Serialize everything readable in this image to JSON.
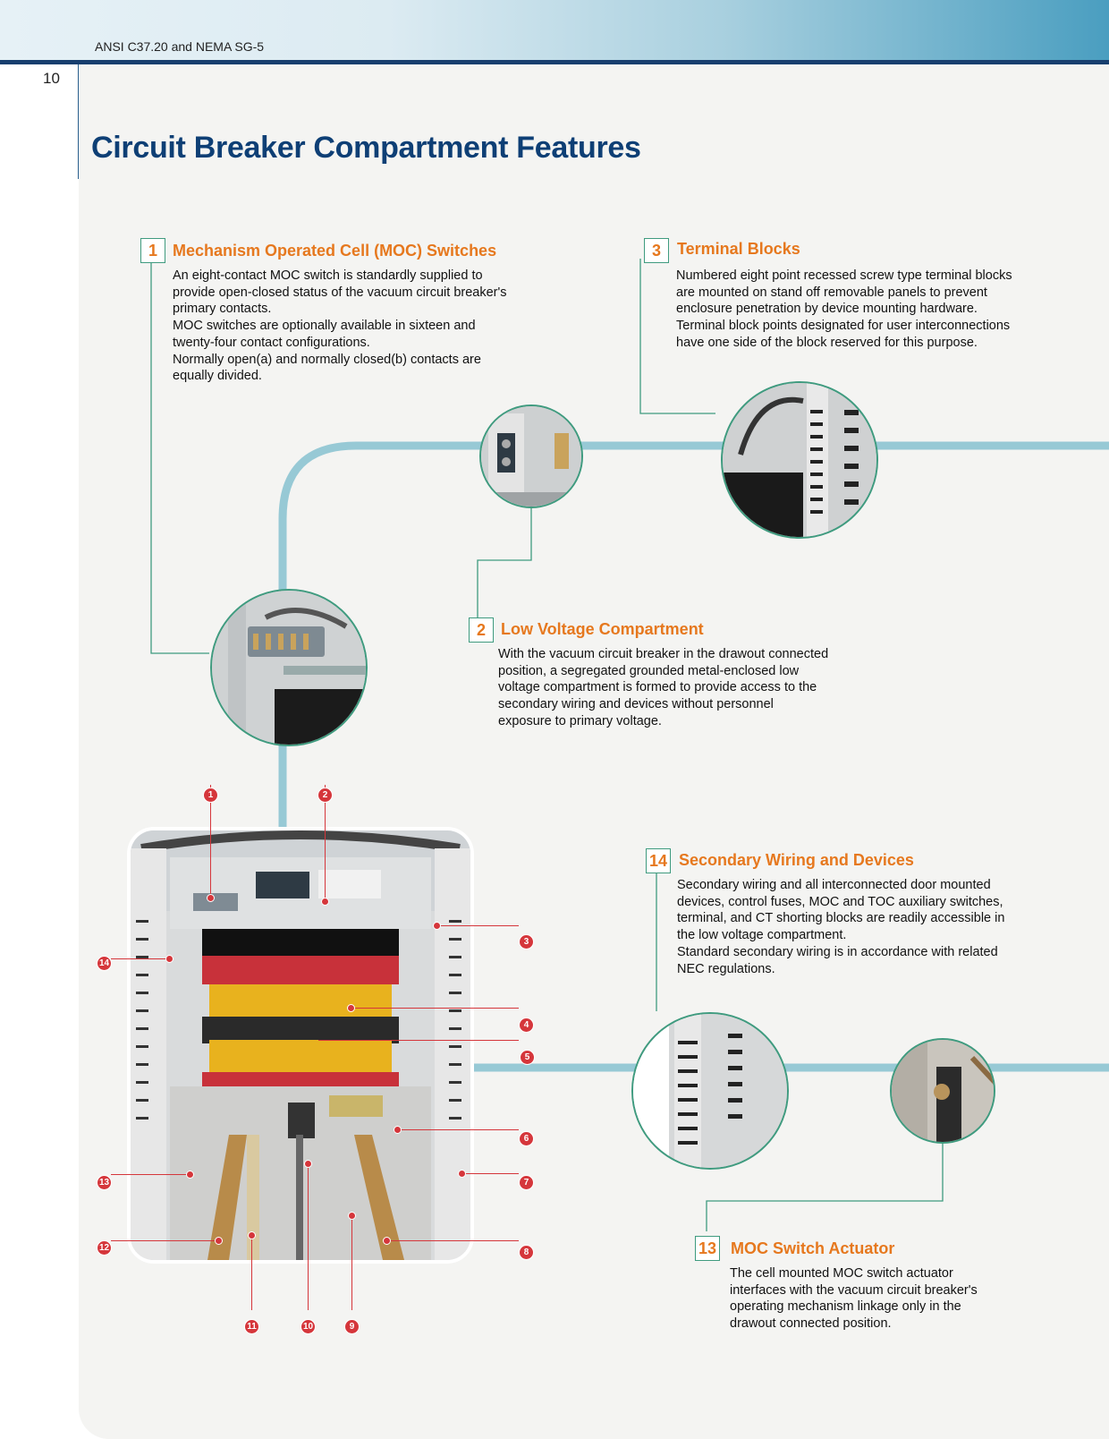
{
  "header": {
    "standard_label": "ANSI C37.20 and NEMA SG-5",
    "page_number": "10"
  },
  "page_title": "Circuit Breaker Compartment Features",
  "features": [
    {
      "number": "1",
      "title": "Mechanism Operated Cell (MOC) Switches",
      "body": [
        "An eight-contact MOC switch is standardly supplied to provide open-closed status of the vacuum circuit breaker's primary contacts.",
        "MOC switches are optionally available in sixteen and twenty-four contact configurations.",
        "Normally open(a) and normally closed(b) contacts are equally divided."
      ]
    },
    {
      "number": "2",
      "title": "Low Voltage Compartment",
      "body": [
        "With the vacuum circuit breaker in the drawout connected position, a segregated grounded metal-enclosed low voltage compartment is formed to provide access to the secondary wiring and devices without personnel exposure to primary voltage."
      ]
    },
    {
      "number": "3",
      "title": "Terminal Blocks",
      "body": [
        "Numbered eight point recessed screw type terminal blocks are mounted on stand off removable panels to prevent enclosure penetration by device mounting hardware. Terminal block points designated for user interconnections have one side of the block reserved for this purpose."
      ]
    },
    {
      "number": "14",
      "title": "Secondary Wiring and Devices",
      "body": [
        "Secondary wiring and all interconnected door mounted devices, control fuses, MOC and TOC auxiliary switches, terminal, and CT shorting blocks are readily accessible in the low voltage compartment.",
        "Standard secondary wiring is in accordance with related NEC regulations."
      ]
    },
    {
      "number": "13",
      "title": "MOC Switch Actuator",
      "body": [
        "The cell mounted MOC switch actuator interfaces with the vacuum circuit breaker's operating mechanism linkage only in the drawout connected position."
      ]
    }
  ],
  "callouts": [
    "1",
    "2",
    "3",
    "4",
    "5",
    "6",
    "7",
    "8",
    "9",
    "10",
    "11",
    "12",
    "13",
    "14"
  ],
  "colors": {
    "accent_orange": "#e6781e",
    "title_blue": "#0e3f75",
    "connector_green": "#3f9b7f",
    "pipe_blue": "#97c9d5",
    "marker_red": "#d5363b"
  }
}
